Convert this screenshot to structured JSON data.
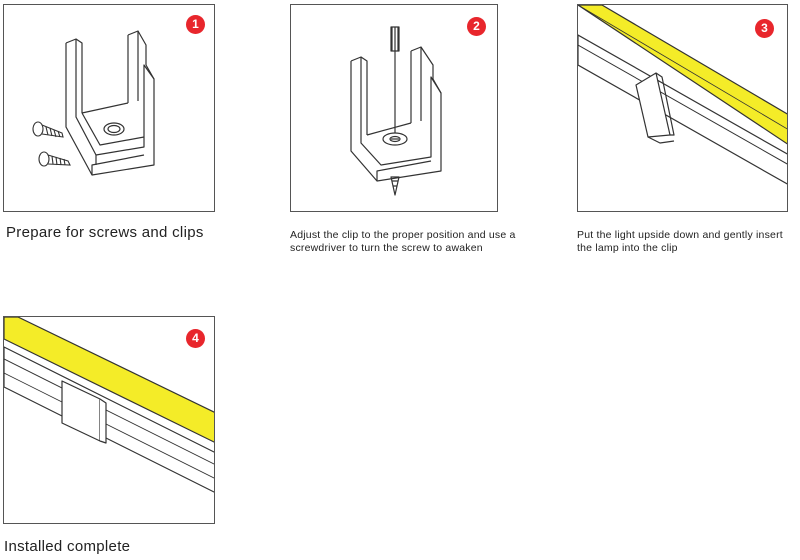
{
  "colors": {
    "badge": "#e8262c",
    "led_strip": "#f4ec28",
    "outline": "#333333",
    "border": "#555555"
  },
  "steps": [
    {
      "number": "1",
      "caption": "Prepare for screws and clips"
    },
    {
      "number": "2",
      "caption": "Adjust the clip to the proper position and use a screwdriver to turn the screw to awaken"
    },
    {
      "number": "3",
      "caption": "Put the light upside down and gently insert the lamp into the clip"
    },
    {
      "number": "4",
      "caption": "Installed complete"
    }
  ]
}
